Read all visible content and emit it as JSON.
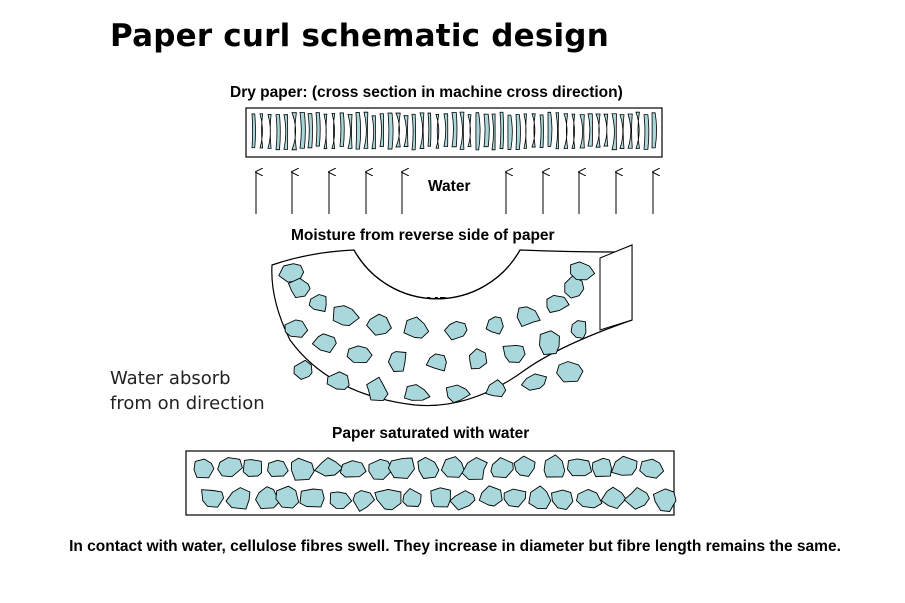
{
  "title": "Paper curl schematic design",
  "labels": {
    "dry_paper": "Dry paper: (cross section in machine cross direction)",
    "water": "Water",
    "moisture": "Moisture from reverse side of paper",
    "md": "MD",
    "saturated": "Paper saturated with water"
  },
  "note": {
    "line1": "Water absorb",
    "line2": "from on direction"
  },
  "caption": "In contact with water, cellulose fibres swell. They increase in diameter but fibre length remains the same.",
  "colors": {
    "fibre_fill": "#a8d8dc",
    "outline": "#000000"
  }
}
